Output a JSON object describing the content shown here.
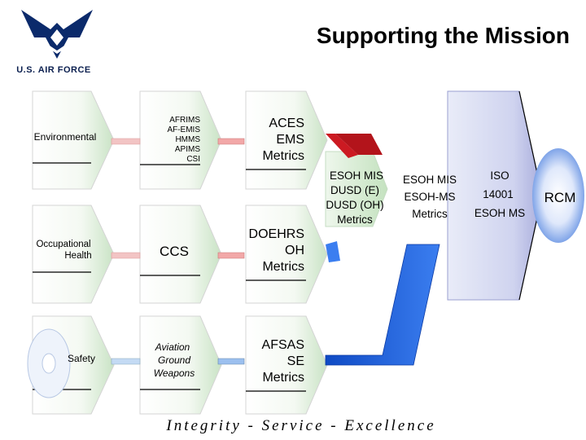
{
  "header": {
    "logo_caption": "U.S. AIR FORCE",
    "title": "Supporting the Mission"
  },
  "rows": [
    {
      "label": "Environmental",
      "systems": [
        "AFRIMS",
        "AF-EMIS",
        "HMMS",
        "APIMS",
        "CSI"
      ],
      "metrics": [
        "ACES",
        "EMS",
        "Metrics"
      ],
      "connector_color": "#cc1a22"
    },
    {
      "label": [
        "Occupational",
        "Health"
      ],
      "systems": [
        "CCS"
      ],
      "metrics": [
        "DOEHRS",
        "OH",
        "Metrics"
      ],
      "connector_color": "#cc1a22"
    },
    {
      "label": "Safety",
      "systems": [
        "Aviation",
        "Ground",
        "Weapons"
      ],
      "metrics": [
        "AFSAS",
        "SE",
        "Metrics"
      ],
      "connector_color": "#1a5ccc"
    }
  ],
  "integration": {
    "dusd": [
      "ESOH MIS",
      "DUSD (E)",
      "DUSD (OH)",
      "Metrics"
    ],
    "esoh_mis": [
      "ESOH MIS",
      "ESOH-MS",
      "Metrics"
    ],
    "iso": [
      "ISO",
      "14001",
      "ESOH MS"
    ],
    "result": "RCM"
  },
  "footer": "Integrity - Service - Excellence",
  "colors": {
    "red": "#cc1a22",
    "blue": "#1a5ccc",
    "navy": "#0b2a6b",
    "chevron_light": "#f6faf4",
    "chevron_mid": "#cfe6cb"
  }
}
